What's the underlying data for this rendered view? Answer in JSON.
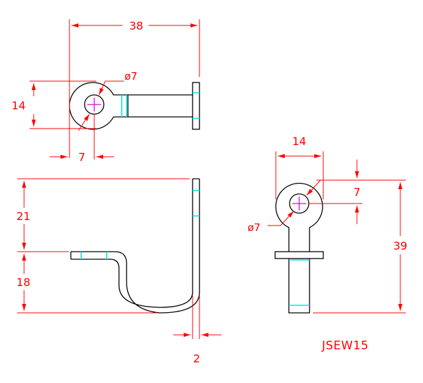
{
  "drawing": {
    "part_number": "JSEW15",
    "top_view": {
      "overall_length": "38",
      "eye_height": "14",
      "hole_diameter": "ø7",
      "hole_center_offset": "7"
    },
    "side_view": {
      "upper_height": "21",
      "lower_height": "18",
      "thickness": "2"
    },
    "front_view": {
      "eye_width": "14",
      "hole_center_offset": "7",
      "hole_diameter": "ø7",
      "overall_height": "39"
    }
  },
  "colors": {
    "object_lines": "#000000",
    "dimension_lines": "#ff0000",
    "bend_lines": "#00e5e5",
    "center_marks": "#e000e0"
  }
}
